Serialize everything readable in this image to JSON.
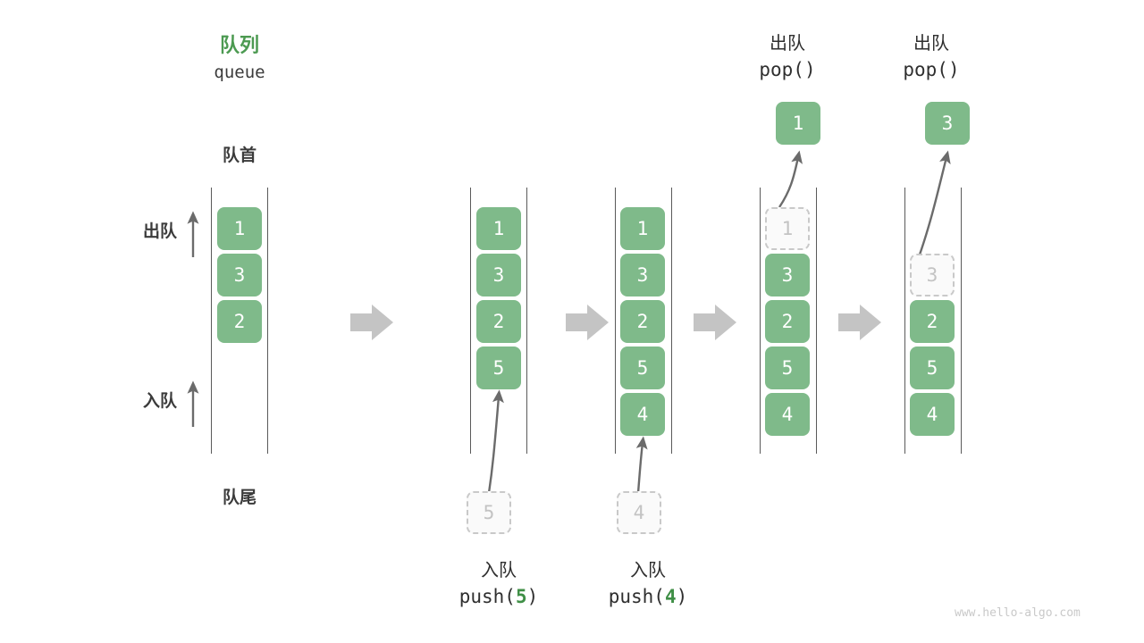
{
  "diagram": {
    "title_cn": "队列",
    "title_en": "queue",
    "head_label": "队首",
    "tail_label": "队尾",
    "dequeue_label": "出队",
    "enqueue_label": "入队",
    "accent_color": "#4c9a51",
    "cell_color": "#7fba8a",
    "ghost_color": "#c9c9c9",
    "arrow_color": "#c4c4c4",
    "watermark": "www.hello-algo.com"
  },
  "columns": [
    {
      "id": "initial",
      "cells": [
        "1",
        "3",
        "2"
      ],
      "op_cn": "",
      "op_code_prefix": "",
      "op_code_arg": "",
      "op_code_suffix": ""
    },
    {
      "id": "push-5",
      "cells": [
        "1",
        "3",
        "2",
        "5"
      ],
      "incoming_value": "5",
      "op_cn": "入队",
      "op_code_prefix": "push(",
      "op_code_arg": "5",
      "op_code_suffix": ")"
    },
    {
      "id": "push-4",
      "cells": [
        "1",
        "3",
        "2",
        "5",
        "4"
      ],
      "incoming_value": "4",
      "op_cn": "入队",
      "op_code_prefix": "push(",
      "op_code_arg": "4",
      "op_code_suffix": ")"
    },
    {
      "id": "pop-1",
      "cells": [
        "1",
        "3",
        "2",
        "5",
        "4"
      ],
      "ghost_index": 0,
      "popped_value": "1",
      "op_cn": "出队",
      "op_code_prefix": "pop(",
      "op_code_arg": "",
      "op_code_suffix": ")"
    },
    {
      "id": "pop-3",
      "cells": [
        "3",
        "2",
        "5",
        "4"
      ],
      "ghost_index": 0,
      "popped_value": "3",
      "op_cn": "出队",
      "op_code_prefix": "pop(",
      "op_code_arg": "",
      "op_code_suffix": ")"
    }
  ],
  "step_arrows": [
    {
      "name": "step-arrow-1"
    },
    {
      "name": "step-arrow-2"
    },
    {
      "name": "step-arrow-3"
    },
    {
      "name": "step-arrow-4"
    }
  ]
}
